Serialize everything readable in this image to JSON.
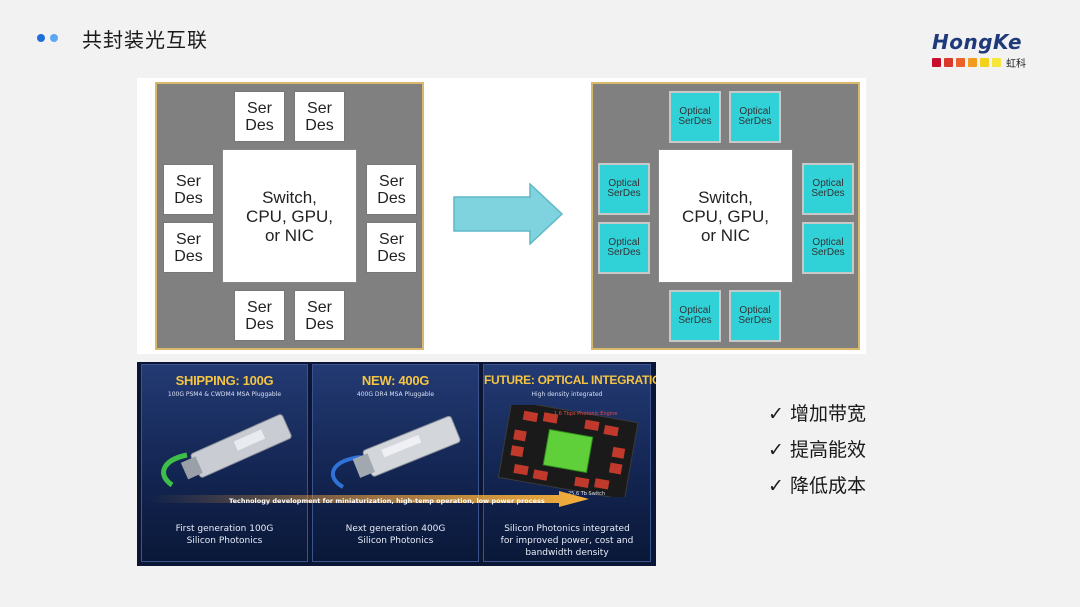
{
  "header": {
    "title": "共封装光互联",
    "dot_colors": [
      "#1e6fd9",
      "#5aa9f5"
    ]
  },
  "logo": {
    "brand": "HongKe",
    "brand_cn": "虹科",
    "brand_color": "#1f3a7a",
    "bar_colors": [
      "#c8102e",
      "#d9382b",
      "#e8622a",
      "#f29b1f",
      "#f2d21b",
      "#f6e63a"
    ]
  },
  "diagram": {
    "left": {
      "core_label": "Switch,\nCPU, GPU,\nor NIC",
      "serdes_label": "Ser\nDes"
    },
    "right": {
      "core_label": "Switch,\nCPU, GPU,\nor NIC",
      "serdes_label": "Optical\nSerDes"
    },
    "colors": {
      "package": "#808080",
      "optical": "#31d1d8",
      "arrow": "#7fd3de"
    }
  },
  "banner": {
    "panels": [
      {
        "title": "SHIPPING: 100G",
        "subtitle": "100G PSM4 & CWDM4 MSA Pluggable",
        "caption": "First generation 100G\nSilicon Photonics"
      },
      {
        "title": "NEW: 400G",
        "subtitle": "400G DR4 MSA Pluggable",
        "caption": "Next  generation 400G\nSilicon Photonics"
      },
      {
        "title": "FUTURE: OPTICAL INTEGRATION",
        "subtitle": "High density integrated",
        "caption": "Silicon Photonics integrated\nfor improved power, cost and\nbandwidth density"
      }
    ],
    "tech_arrow_text": "Technology development for miniaturization, high-temp operation, low power process",
    "photonic_engine_label": "1.6 Tbps Photonic Engine",
    "switch_label": "25.6 Tb Switch"
  },
  "benefits": [
    {
      "mark": "✓",
      "text": "增加带宽"
    },
    {
      "mark": "✓",
      "text": "提高能效"
    },
    {
      "mark": "✓",
      "text": "降低成本"
    }
  ]
}
